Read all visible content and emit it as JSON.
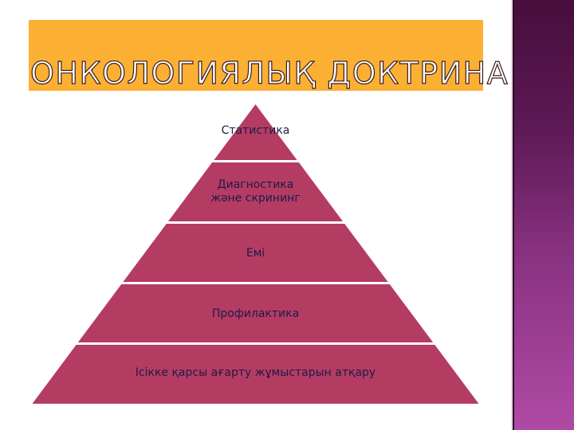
{
  "slide": {
    "title": "ОНКОЛОГИЯЛЫҚ ДОКТРИНА",
    "colors": {
      "title_box": "#fbb034",
      "tier_fill": "#b43c62",
      "tier_text": "#1f1a4a",
      "side_bar_top": "#470d3c",
      "side_bar_bottom": "#b04aa4"
    }
  },
  "pyramid": {
    "tiers": [
      {
        "line1": "Статистика",
        "line2": ""
      },
      {
        "line1": "Диагностика",
        "line2": "және скрининг"
      },
      {
        "line1": "Емі",
        "line2": ""
      },
      {
        "line1": "Профилактика",
        "line2": ""
      },
      {
        "line1": "Ісікке қарсы ағарту жұмыстарын атқару",
        "line2": ""
      }
    ]
  }
}
